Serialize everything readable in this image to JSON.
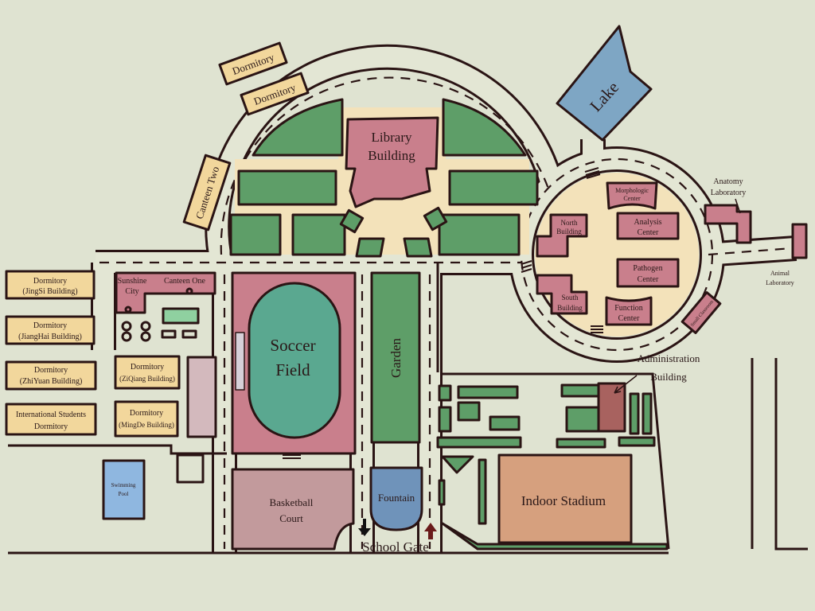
{
  "labels": {
    "dorm_top1": "Dormitory",
    "dorm_top2": "Dormitory",
    "canteen_two": "Canteen Two",
    "library": [
      "Library",
      "Building"
    ],
    "lake": "Lake",
    "morphologic": [
      "Morphologic",
      "Center"
    ],
    "north_building": [
      "North",
      "Building"
    ],
    "analysis": [
      "Analysis",
      "Center"
    ],
    "pathogen": [
      "Pathogen",
      "Center"
    ],
    "south_building": [
      "South",
      "Building"
    ],
    "function_center": [
      "Function",
      "Center"
    ],
    "anatomy_lab": [
      "Anatomy",
      "Laboratory"
    ],
    "animal_lab": [
      "Animal",
      "Laboratory"
    ],
    "small_classroom": "Small Classroom",
    "dorm_jingsi": [
      "Dormitory",
      "(JingSi Building)"
    ],
    "dorm_jianghai": [
      "Dormitory",
      "(JiangHai Building)"
    ],
    "dorm_zhiyuan": [
      "Dormitory",
      "(ZhiYuan Building)"
    ],
    "intl_dorm": [
      "International Students",
      "Dormitory"
    ],
    "dorm_ziqiang": [
      "Dormitory",
      "(ZiQiang Building)"
    ],
    "dorm_mingde": [
      "Dormitory",
      "(MingDe Building)"
    ],
    "sunshine_city": [
      "Sunshine",
      "City"
    ],
    "canteen_one": "Canteen One",
    "soccer_field": [
      "Soccer",
      "Field"
    ],
    "garden": "Garden",
    "swimming_pool": [
      "Swimming",
      "Pool"
    ],
    "basketball": [
      "Basketball",
      "Court"
    ],
    "fountain": "Fountain",
    "indoor_stadium": "Indoor Stadium",
    "administration": [
      "Administration",
      "Building"
    ],
    "school_gate": "School Gate"
  },
  "colors": {
    "background": "#dfe3d1",
    "building": "#c97f8c",
    "green_space": "#5e9e68",
    "dormitory": "#f2d79c",
    "lake": "#7ea6c4",
    "soccer_field": "#5aa890",
    "indoor_stadium": "#d6a07e"
  }
}
